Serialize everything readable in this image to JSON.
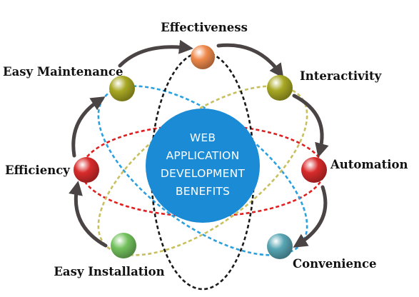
{
  "center": {
    "lines": [
      "WEB",
      "APPLICATION",
      "DEVELOPMENT",
      "BENEFITS"
    ],
    "color": "#1b8bd6"
  },
  "benefits": [
    {
      "id": "effectiveness",
      "label": "Effectiveness",
      "color": "#f08a4b"
    },
    {
      "id": "interactivity",
      "label": "Interactivity",
      "color": "#a8a824"
    },
    {
      "id": "automation",
      "label": "Automation",
      "color": "#d92b2b"
    },
    {
      "id": "convenience",
      "label": "Convenience",
      "color": "#58a6b4"
    },
    {
      "id": "easy-installation",
      "label": "Easy Installation",
      "color": "#74c25e"
    },
    {
      "id": "efficiency",
      "label": "Efficiency",
      "color": "#d92b2b"
    },
    {
      "id": "easy-maintenance",
      "label": "Easy Maintenance",
      "color": "#a8a824"
    }
  ],
  "orbits": [
    {
      "id": "black",
      "color": "#1a1a1a"
    },
    {
      "id": "red",
      "color": "#e02020"
    },
    {
      "id": "blue",
      "color": "#2aa0e0"
    },
    {
      "id": "olive",
      "color": "#c8c060"
    }
  ],
  "arrow_color": "#4a4444"
}
